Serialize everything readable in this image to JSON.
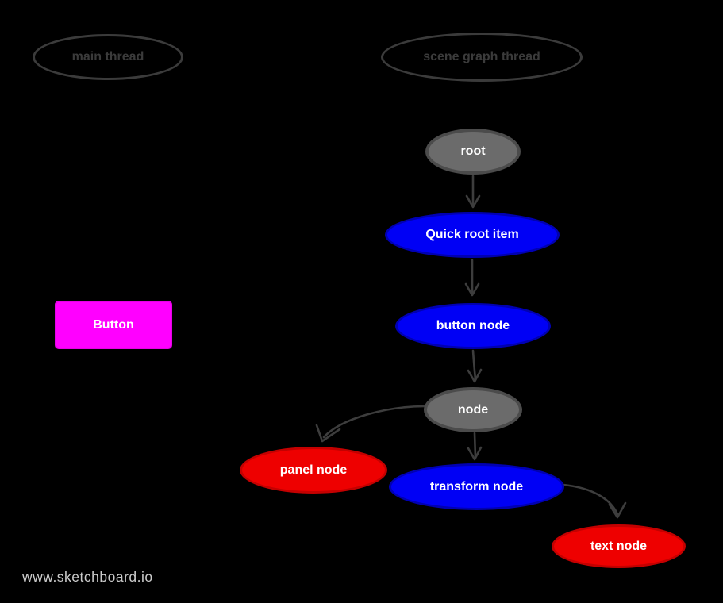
{
  "canvas": {
    "watermark": "www.sketchboard.io",
    "background_color": "#000000"
  },
  "lanes": [
    {
      "label": "main thread"
    },
    {
      "label": "scene graph thread"
    }
  ],
  "main_thread": {
    "button": {
      "label": "Button",
      "shape": "rectangle",
      "color": "#ff00ff"
    }
  },
  "scene_graph": {
    "nodes": [
      {
        "id": "root",
        "label": "root",
        "shape": "ellipse",
        "color": "#6b6b6b"
      },
      {
        "id": "quick-root-item",
        "label": "Quick root item",
        "shape": "ellipse",
        "color": "#0000f5"
      },
      {
        "id": "button-node",
        "label": "button node",
        "shape": "ellipse",
        "color": "#0000f5"
      },
      {
        "id": "node",
        "label": "node",
        "shape": "ellipse",
        "color": "#6b6b6b"
      },
      {
        "id": "panel-node",
        "label": "panel node",
        "shape": "ellipse",
        "color": "#ee0000"
      },
      {
        "id": "transform-node",
        "label": "transform node",
        "shape": "ellipse",
        "color": "#0000f5"
      },
      {
        "id": "text-node",
        "label": "text node",
        "shape": "ellipse",
        "color": "#ee0000"
      }
    ],
    "edges": [
      {
        "from": "root",
        "to": "quick-root-item"
      },
      {
        "from": "quick-root-item",
        "to": "button-node"
      },
      {
        "from": "button-node",
        "to": "node"
      },
      {
        "from": "node",
        "to": "panel-node"
      },
      {
        "from": "node",
        "to": "transform-node"
      },
      {
        "from": "transform-node",
        "to": "text-node"
      }
    ]
  },
  "colors": {
    "arrow": "#3d3d3d",
    "lane_outline": "#3b3b3b",
    "node_text": "#ffffff",
    "watermark_text": "#cbcbcb"
  }
}
